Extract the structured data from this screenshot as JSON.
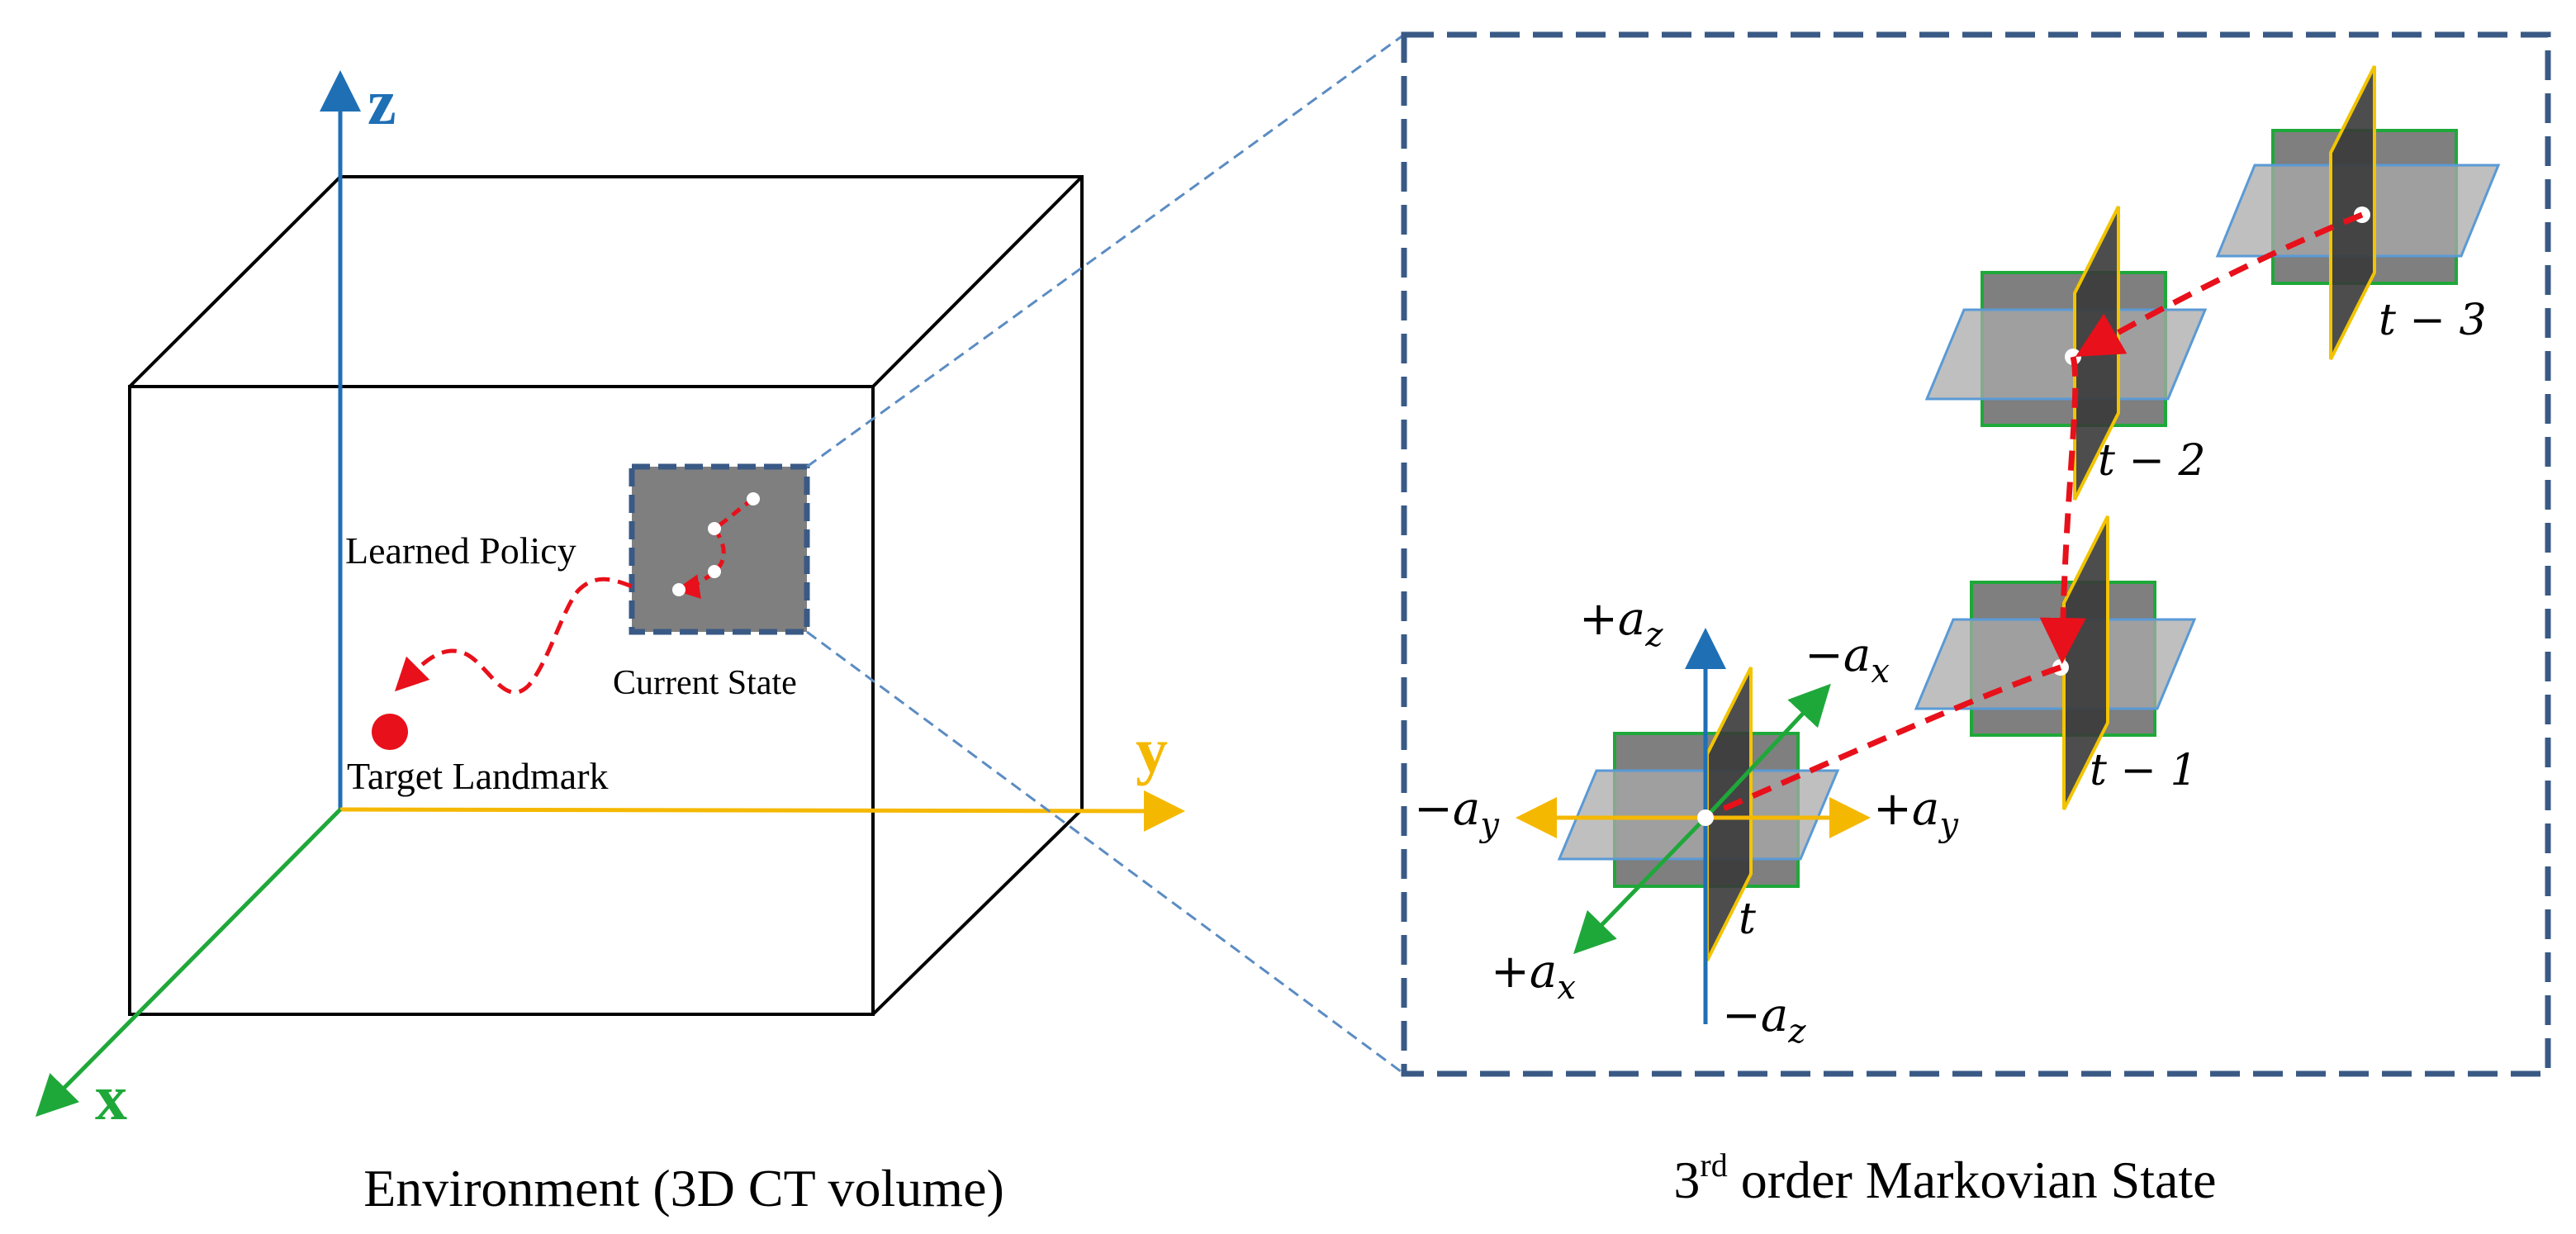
{
  "left_panel": {
    "caption": "Environment (3D CT volume)",
    "axis_z": "z",
    "axis_y": "y",
    "axis_x": "x",
    "label_learned_policy": "Learned Policy",
    "label_current_state": "Current State",
    "label_target_landmark": "Target Landmark"
  },
  "right_panel": {
    "caption_superscript": "rd",
    "caption_prefix": "3",
    "caption_rest": " order Markovian State",
    "state_t": "t",
    "state_t1": "t − 1",
    "state_t2": "t − 2",
    "state_t3": "t − 3",
    "action_plus_az": "+a",
    "action_plus_az_sub": "z",
    "action_minus_az": "−a",
    "action_minus_az_sub": "z",
    "action_plus_ay": "+a",
    "action_plus_ay_sub": "y",
    "action_minus_ay": "−a",
    "action_minus_ay_sub": "y",
    "action_plus_ax": "+a",
    "action_plus_ax_sub": "x",
    "action_minus_ax": "−a",
    "action_minus_ax_sub": "x"
  },
  "colors": {
    "z_axis": "#1f6fb5",
    "y_axis": "#f5b800",
    "x_axis": "#1fa83a",
    "dashed_box": "#3a5a85",
    "policy_path": "#e8101a",
    "plane_green_border": "#1fa83a",
    "plane_yellow_border": "#f2c400",
    "plane_blue_border": "#5a9ad6"
  }
}
